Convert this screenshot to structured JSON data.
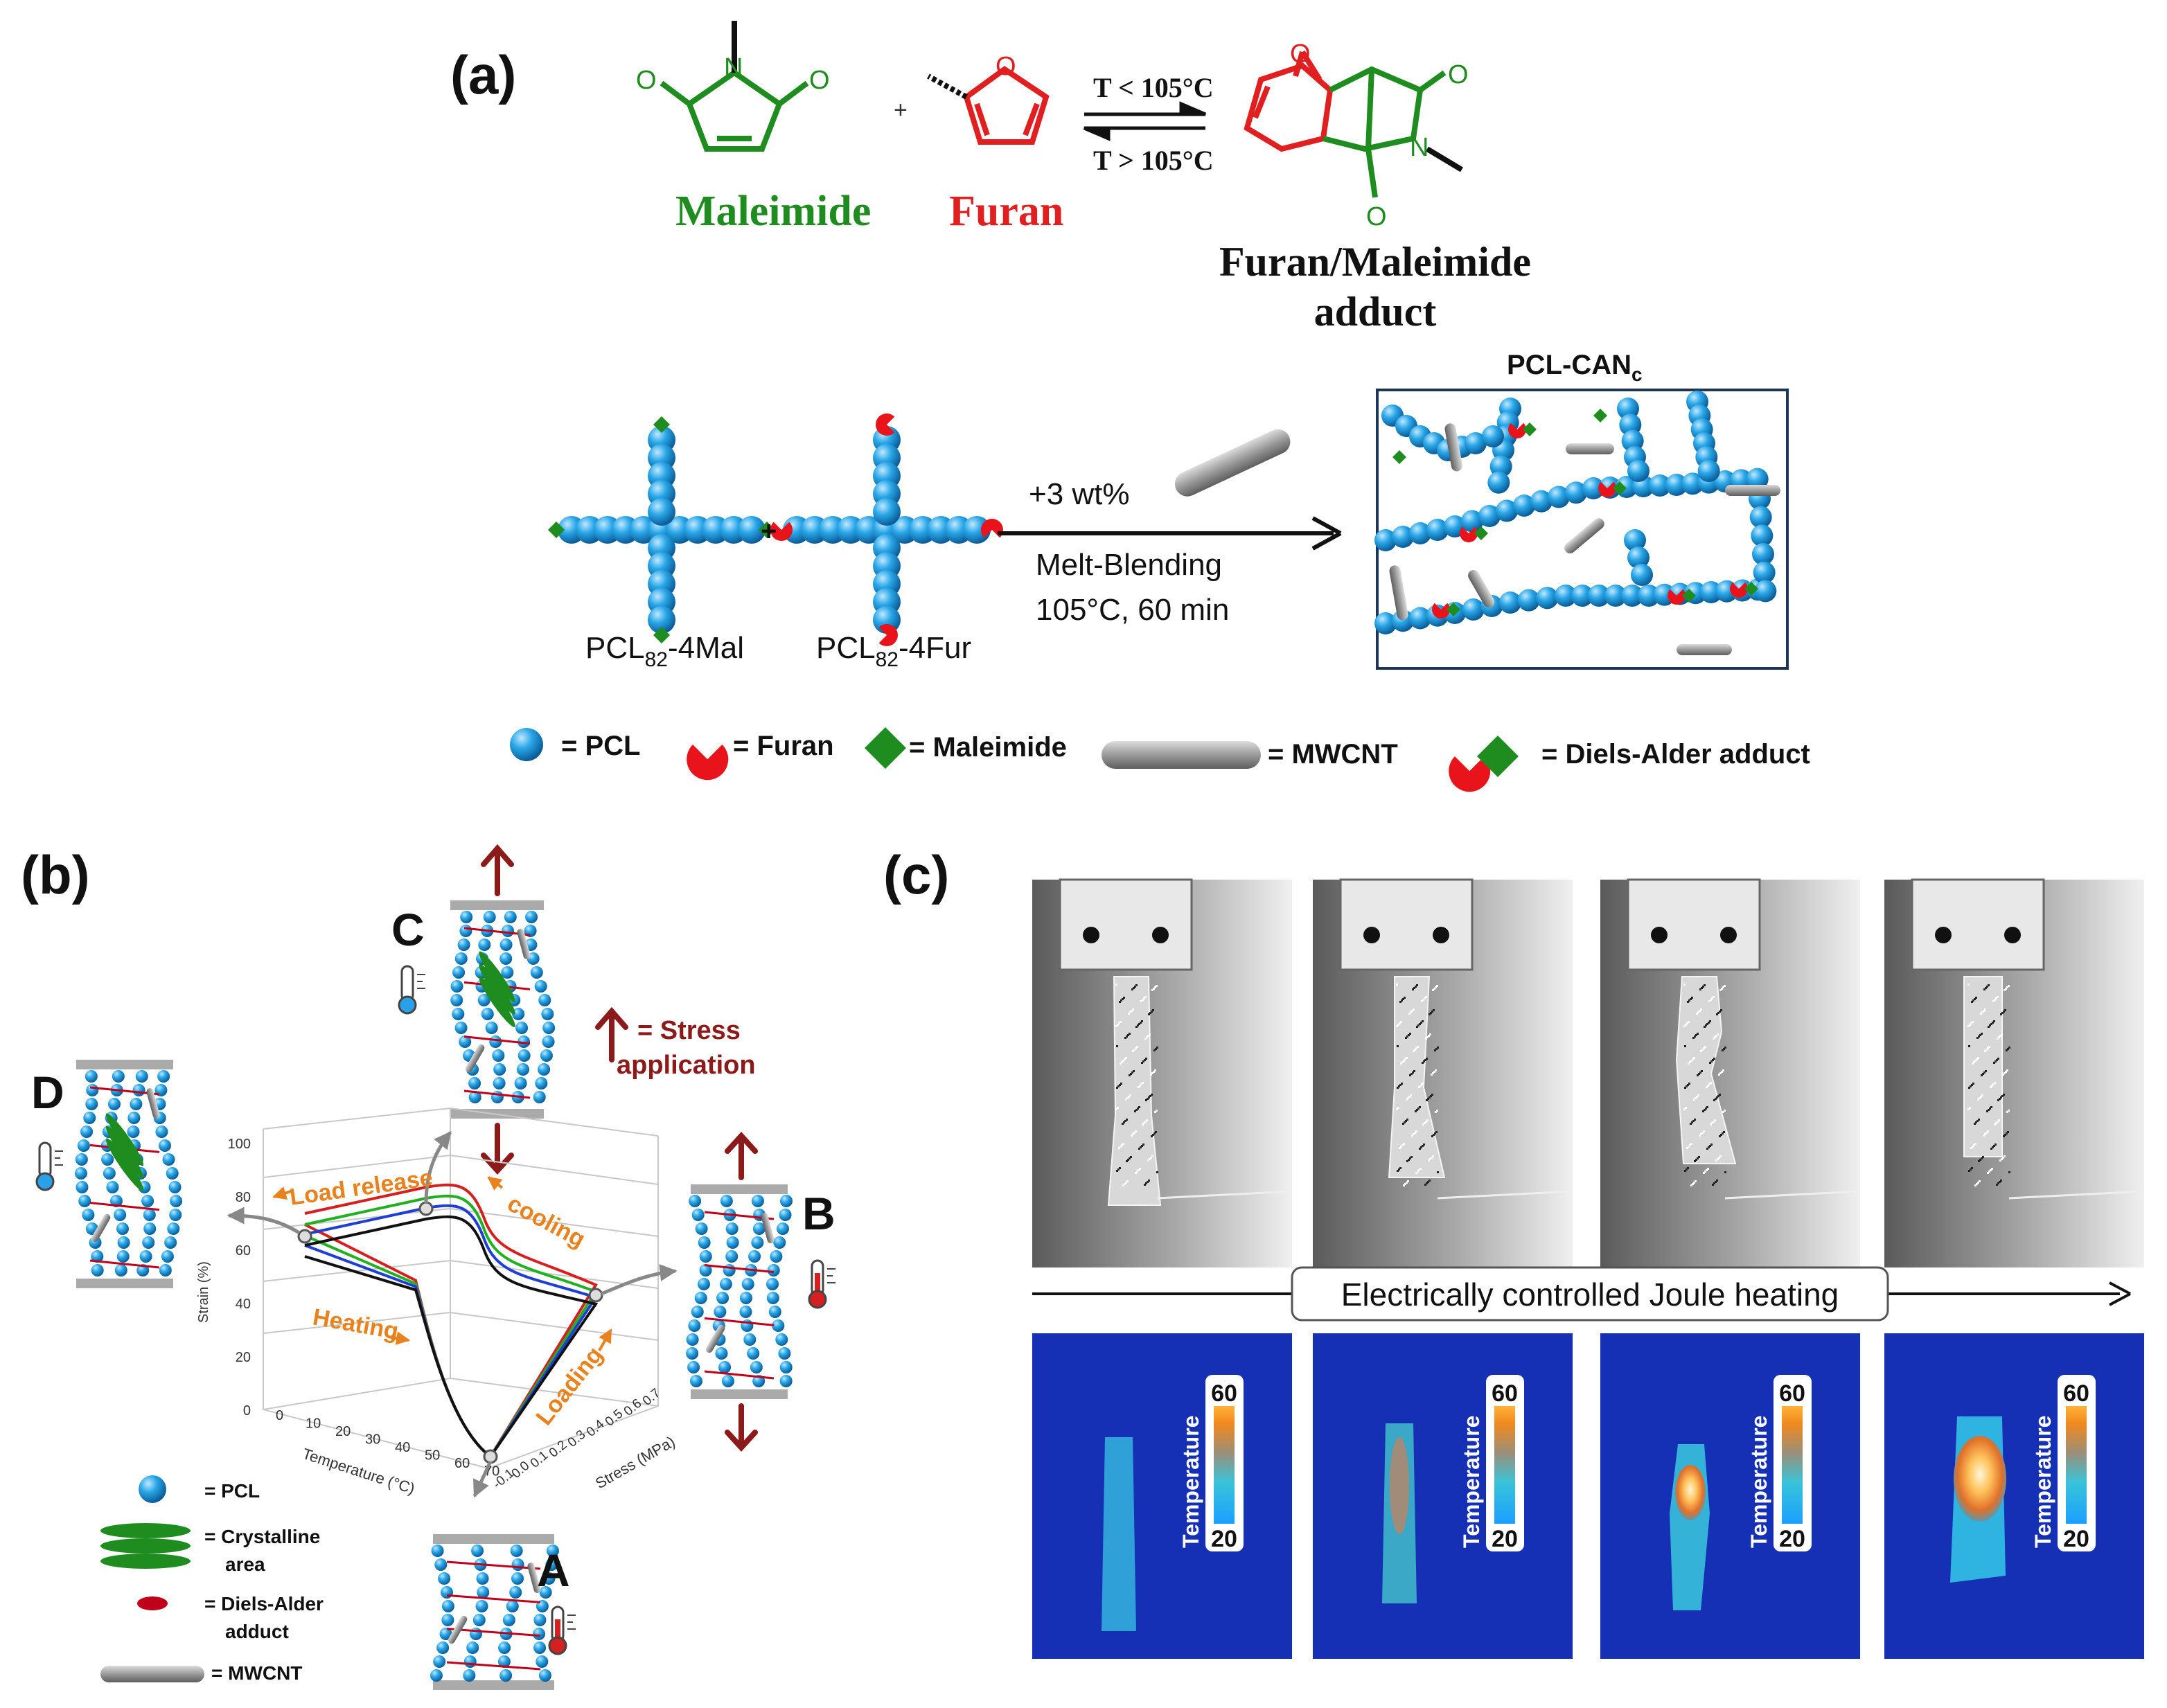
{
  "panel_a": {
    "label": "(a)",
    "maleimide": "Maleimide",
    "furan": "Furan",
    "plus_small": "+",
    "cond_forward": "T < 105°C",
    "cond_reverse": "T > 105°C",
    "adduct_line1": "Furan/Maleimide",
    "adduct_line2": "adduct",
    "atom_O": "O",
    "atom_N": "N",
    "pcl_mal_main": "PCL",
    "pcl_mal_sub": "82",
    "pcl_mal_suffix": "-4Mal",
    "pcl_fur_main": "PCL",
    "pcl_fur_sub": "82",
    "pcl_fur_suffix": "-4Fur",
    "plus": "+",
    "additive": "+3 wt%",
    "process_line1": "Melt-Blending",
    "process_line2": "105°C, 60 min",
    "network_main": "PCL-CAN",
    "network_sub": "c",
    "legend": {
      "pcl": "= PCL",
      "furan": "= Furan",
      "maleimide": "= Maleimide",
      "mwcnt": "= MWCNT",
      "da": "= Diels-Alder adduct"
    }
  },
  "panel_b": {
    "label": "(b)",
    "state_a": "A",
    "state_b": "B",
    "state_c": "C",
    "state_d": "D",
    "stress_legend_line1": "= Stress",
    "stress_legend_line2": "application",
    "annotations": {
      "load_release": "Load release",
      "cooling": "cooling",
      "heating": "Heating",
      "loading": "Loading"
    },
    "axis_strain": "Strain (%)",
    "axis_temperature": "Temperature (°C)",
    "axis_stress": "Stress (MPa)",
    "strain_ticks": [
      "0",
      "20",
      "40",
      "60",
      "80",
      "100"
    ],
    "temp_ticks": [
      "0",
      "10",
      "20",
      "30",
      "40",
      "50",
      "60",
      "70"
    ],
    "stress_ticks": [
      "-0.1",
      "0.0",
      "0.1",
      "0.2",
      "0.3",
      "0.4",
      "0.5",
      "0.6",
      "0.7"
    ],
    "curve_colors": [
      "#d42020",
      "#22b022",
      "#1f3fd0",
      "#111111"
    ],
    "annotation_color": "#e8821e",
    "stress_color": "#8b1a1a",
    "legend": {
      "pcl": "= PCL",
      "crystalline_line1": "= Crystalline",
      "crystalline_line2": "area",
      "da_line1": "= Diels-Alder",
      "da_line2": "adduct",
      "mwcnt": "= MWCNT"
    }
  },
  "panel_c": {
    "label": "(c)",
    "banner": "Electrically controlled Joule heating",
    "colorbar_label": "Temperature",
    "colorbar_max": "60",
    "colorbar_min": "20",
    "frames": 4
  }
}
